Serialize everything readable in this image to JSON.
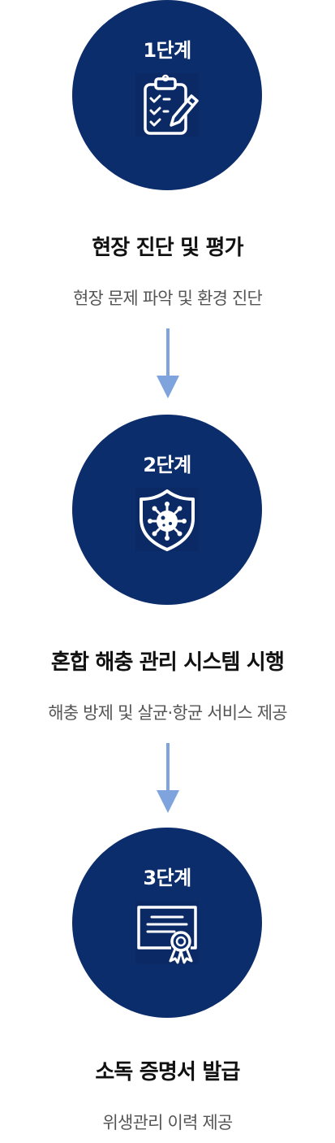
{
  "colors": {
    "circle": "#0c2d6b",
    "arrow": "#7fa3dc",
    "title_text": "#111111",
    "desc_text": "#555555"
  },
  "steps": [
    {
      "label": "1단계",
      "icon": "clipboard-checklist-icon",
      "title": "현장 진단 및 평가",
      "description": "현장 문제 파악 및 환경 진단"
    },
    {
      "label": "2단계",
      "icon": "virus-shield-icon",
      "title": "혼합 해충 관리 시스템 시행",
      "description": "해충 방제 및 살균·항균 서비스 제공"
    },
    {
      "label": "3단계",
      "icon": "certificate-icon",
      "title": "소독 증명서 발급",
      "description": "위생관리 이력 제공"
    }
  ]
}
